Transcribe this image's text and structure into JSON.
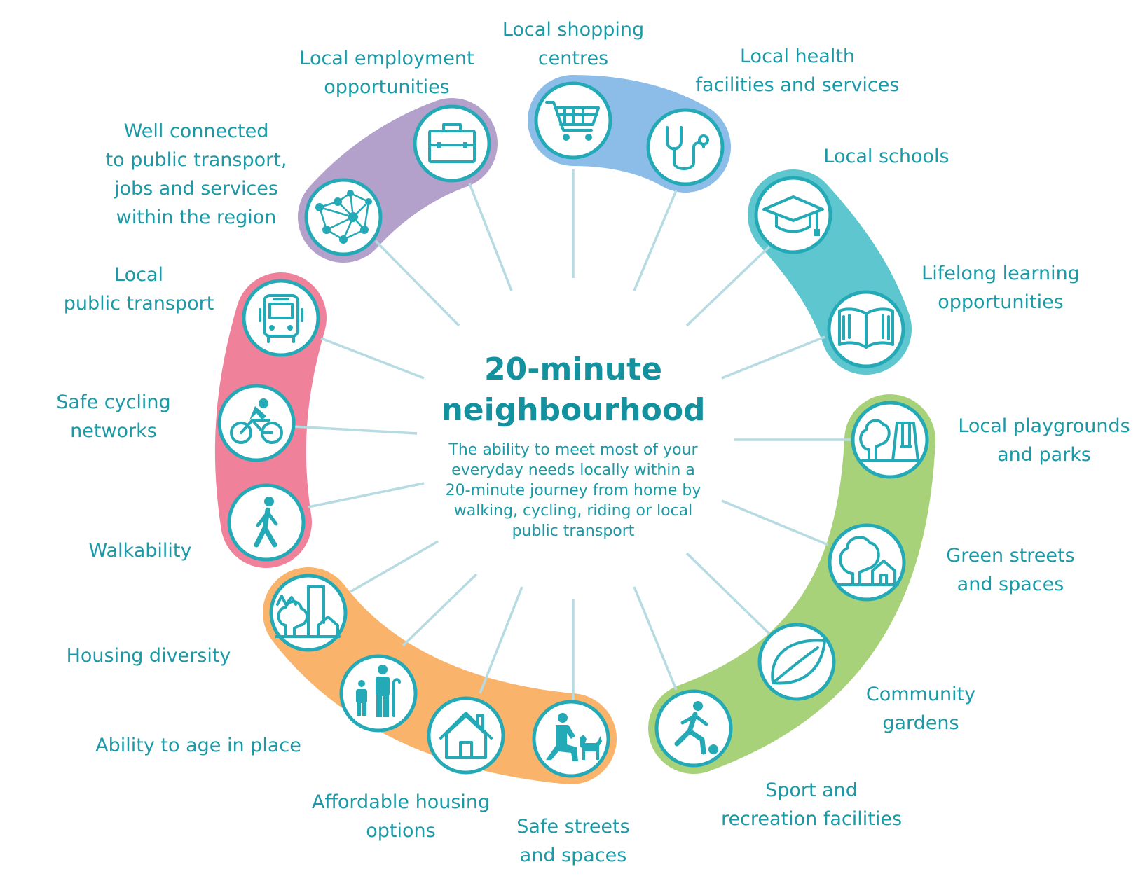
{
  "center": {
    "title_line1": "20-minute",
    "title_line2": "neighbourhood",
    "description": [
      "The ability to meet most of your",
      "everyday needs locally within a",
      "20-minute journey from home by",
      "walking, cycling, riding or local",
      "public transport"
    ]
  },
  "colors": {
    "purple": "#b3a1cc",
    "blue": "#8cbde8",
    "teal": "#5ec6ce",
    "green": "#a8d27a",
    "orange": "#f9b36a",
    "pink": "#f0819a",
    "icon": "#24a9b6",
    "text": "#1a9aa7",
    "spoke": "#b7dbe2"
  },
  "labels": {
    "employment": [
      "Local employment",
      "opportunities"
    ],
    "shopping": [
      "Local shopping",
      "centres"
    ],
    "health": [
      "Local health",
      "facilities and services"
    ],
    "schools": [
      "Local schools"
    ],
    "lifelong": [
      "Lifelong learning",
      "opportunities"
    ],
    "connected": [
      "Well connected",
      "to public transport,",
      "jobs and services",
      "within the region"
    ],
    "public_transport": [
      "Local",
      "public transport"
    ],
    "cycling": [
      "Safe cycling",
      "networks"
    ],
    "walkability": [
      "Walkability"
    ],
    "playgrounds": [
      "Local playgrounds",
      "and parks"
    ],
    "green_streets": [
      "Green streets",
      "and spaces"
    ],
    "community_gardens": [
      "Community",
      "gardens"
    ],
    "sport": [
      "Sport and",
      "recreation facilities"
    ],
    "housing_diversity": [
      "Housing diversity"
    ],
    "age_in_place": [
      "Ability to age in place"
    ],
    "affordable_housing": [
      "Affordable housing",
      "options"
    ],
    "safe_streets": [
      "Safe streets",
      "and spaces"
    ]
  },
  "icons": [
    "briefcase-icon",
    "shopping-cart-icon",
    "stethoscope-icon",
    "graduation-cap-icon",
    "open-book-icon",
    "network-icon",
    "bus-icon",
    "cyclist-icon",
    "walking-person-icon",
    "playground-icon",
    "tree-house-icon",
    "leaf-icon",
    "soccer-player-icon",
    "buildings-icon",
    "family-icon",
    "house-icon",
    "dog-walker-icon"
  ]
}
